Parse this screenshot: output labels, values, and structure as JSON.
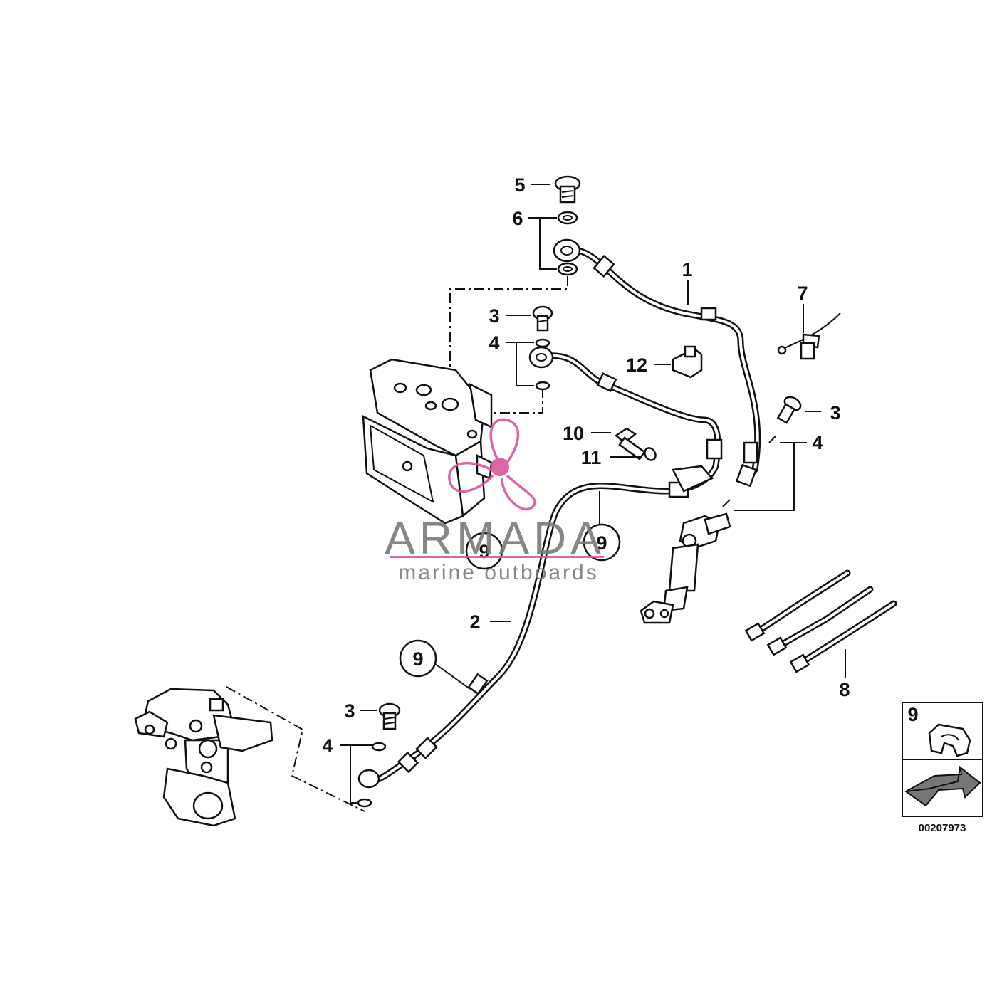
{
  "diagram": {
    "reference_number": "00207973",
    "callouts": {
      "c1": "1",
      "c2": "2",
      "c3a": "3",
      "c3b": "3",
      "c3c": "3",
      "c4a": "4",
      "c4b": "4",
      "c4c": "4",
      "c5": "5",
      "c6": "6",
      "c7": "7",
      "c8": "8",
      "c9a": "9",
      "c9b": "9",
      "c9c": "9",
      "c10": "10",
      "c11": "11",
      "c12": "12"
    },
    "legend": {
      "item": "9"
    }
  },
  "watermark": {
    "title": "ARMADA",
    "subtitle": "marine outboards",
    "accent_color": "#d9559a",
    "text_color": "#7b7b7b"
  }
}
